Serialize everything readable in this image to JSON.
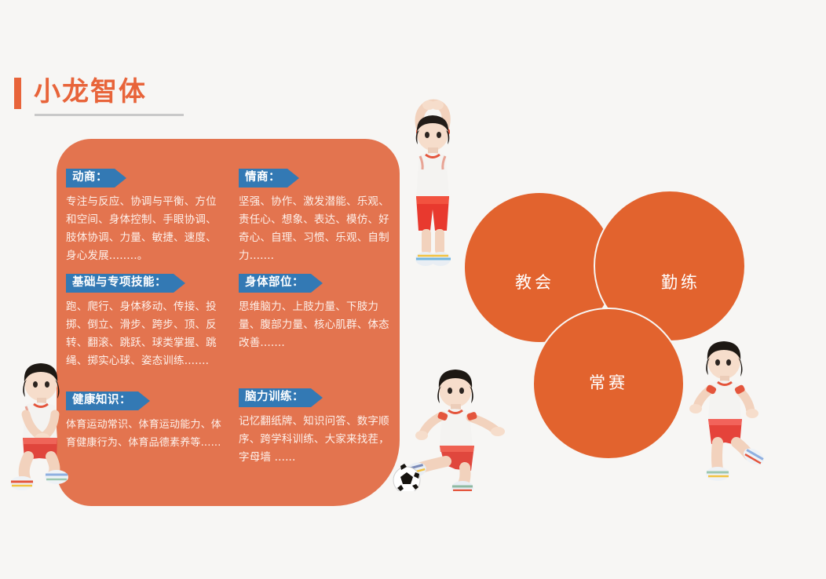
{
  "header": {
    "title": "小龙智体",
    "accent_color": "#e8643a",
    "underline_color": "#c9c9c9"
  },
  "colors": {
    "page_background": "#f7f6f4",
    "card_background": "#e3744f",
    "circle_fill": "#e2632e",
    "tag_blue": "#3379b4",
    "body_text": "#fdf0ea",
    "circle_label": "#ffffff"
  },
  "info_card": {
    "panels": [
      {
        "id": "dongshang",
        "tag": "动商：",
        "body": "专注与反应、协调与平衡、方位和空间、身体控制、手眼协调、肢体协调、力量、敏捷、速度、身心发展........。"
      },
      {
        "id": "qingshang",
        "tag": "情商：",
        "body": "坚强、协作、激发潜能、乐观、责任心、想象、表达、模仿、好奇心、自理、习惯、乐观、自制力......."
      },
      {
        "id": "jichu",
        "tag": "基础与专项技能：",
        "body": "跑、爬行、身体移动、传接、投掷、倒立、滑步、跨步、顶、反转、翻滚、跳跃、球类掌握、跳绳、掷实心球、姿态训练......."
      },
      {
        "id": "shenti",
        "tag": "身体部位：",
        "body": "思维脑力、上肢力量、下肢力量、腹部力量、核心肌群、体态改善......."
      },
      {
        "id": "jiankang",
        "tag": "健康知识：",
        "body": "体育运动常识、体育运动能力、体育健康行为、体育品德素养等......"
      },
      {
        "id": "naoli",
        "tag": "脑力训练：",
        "body": "记忆翻纸牌、知识问答、数字顺序、跨学科训练、大家来找茬，字母墙 ......"
      }
    ]
  },
  "venn": {
    "circles": [
      {
        "id": "jiaohui",
        "label": "教会"
      },
      {
        "id": "qinlian",
        "label": "勤练"
      },
      {
        "id": "changsai",
        "label": "常赛"
      }
    ]
  },
  "figures": [
    {
      "id": "stretching",
      "name": "boy stretching arms overhead"
    },
    {
      "id": "kicking",
      "name": "boy kicking soccer ball"
    },
    {
      "id": "running",
      "name": "boy running"
    },
    {
      "id": "squatting",
      "name": "boy squatting"
    }
  ]
}
